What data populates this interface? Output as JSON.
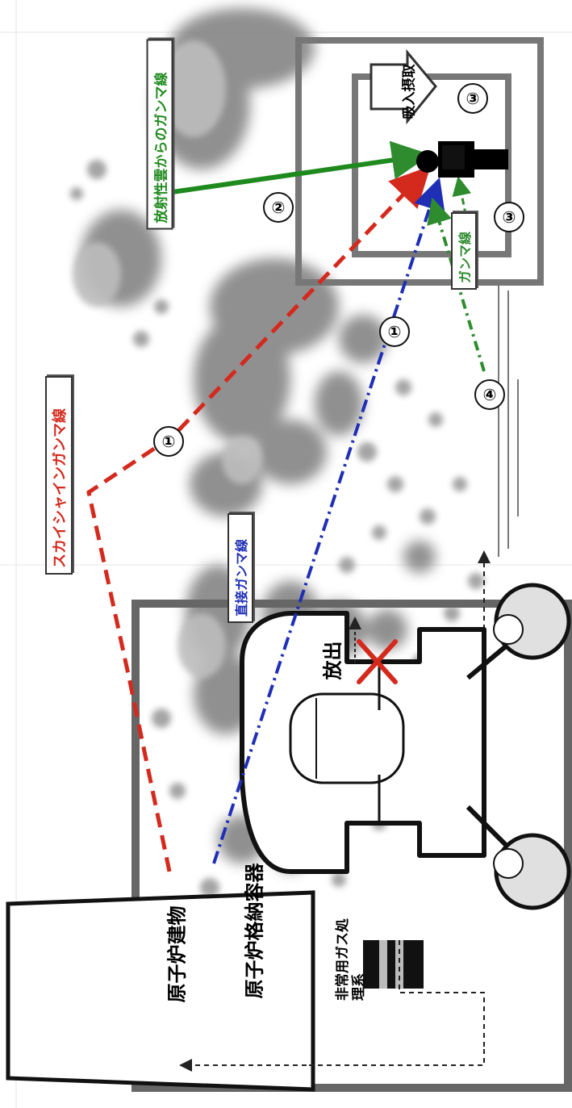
{
  "labels": {
    "reactor_building": "原子炉建物",
    "containment_vessel": "原子炉格納容器",
    "emergency_gas_treatment": "非常用ガス処理系",
    "release": "放出",
    "skyshine_gamma": "スカイシャインガンマ線",
    "direct_gamma": "直接ガンマ線",
    "cloud_gamma": "放射性雲からのガンマ線",
    "inhalation": "吸入摂取",
    "gamma_ray": "ガンマ線"
  },
  "markers": {
    "m1a": "①",
    "m1b": "①",
    "m2": "②",
    "m3a": "③",
    "m3b": "③",
    "m4": "④"
  },
  "colors": {
    "skyshine": "#d42a1e",
    "direct": "#1f2fb5",
    "cloud": "#1e8a1e",
    "ground": "#2e8b2e",
    "cloud_fill": "#8a8a8a",
    "structure": "#666666"
  }
}
